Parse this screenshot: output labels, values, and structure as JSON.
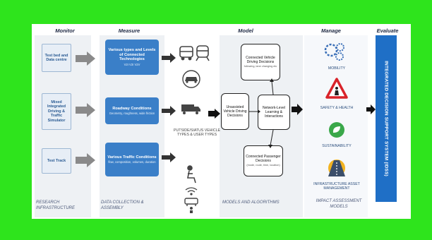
{
  "headers": {
    "monitor": "Monitor",
    "measure": "Measure",
    "model": "Model",
    "manage": "Manage",
    "evaluate": "Evaluate"
  },
  "research": {
    "boxes": [
      "Test bed and Data centre",
      "Mixed Integrated Driving & Traffic Simulator",
      "Test Track"
    ],
    "footer": "RESEARCH INFRASTRUCTURE"
  },
  "measure": {
    "boxes": [
      {
        "title": "Various types and Levels of Connected Technologies",
        "sub": "V2I  V2I  V2V"
      },
      {
        "title": "Roadway Conditions",
        "sub": "Geometry, roughness, wide friction"
      },
      {
        "title": "Various Traffic Conditions",
        "sub": "flow, composition, volumes, duration"
      }
    ],
    "vehicle_label": "PUTSIDE/SIATUS VEHICLE TYPES & USER TYPES",
    "footer": "DATA COLLECTION & ASSEMBLY"
  },
  "model": {
    "connected_vehicle": {
      "title": "Connected Vehicle Driving Decisions",
      "sub": "following, lane changing etc"
    },
    "unassisted": "Unassisted Vehicle Driving Decisions",
    "network": "Network-Level Learning & Interactions",
    "connected_passenger": {
      "title": "Connected Passenger Decisions",
      "sub": "(mode, route, time, location)"
    },
    "footer": "MODELS AND ALGORITHMS"
  },
  "manage": {
    "items": [
      "MOBILITY",
      "SAFETY & HEALTH",
      "SUSTAINABILITY",
      "INFRASTRUCTURE ASSET MANAGEMENT"
    ],
    "footer": "IMPACT ASSESSMENT MODELS"
  },
  "evaluate": {
    "label": "INTEGRATED DECISION SUPPORT SYSTEM (IDSS)"
  },
  "colors": {
    "background": "#2ee41c",
    "measure_box": "#3a7fc8",
    "research_box": "#e7eef6",
    "idss_bar": "#1f6fc6",
    "arrow_gray": "#8a8a8a"
  }
}
